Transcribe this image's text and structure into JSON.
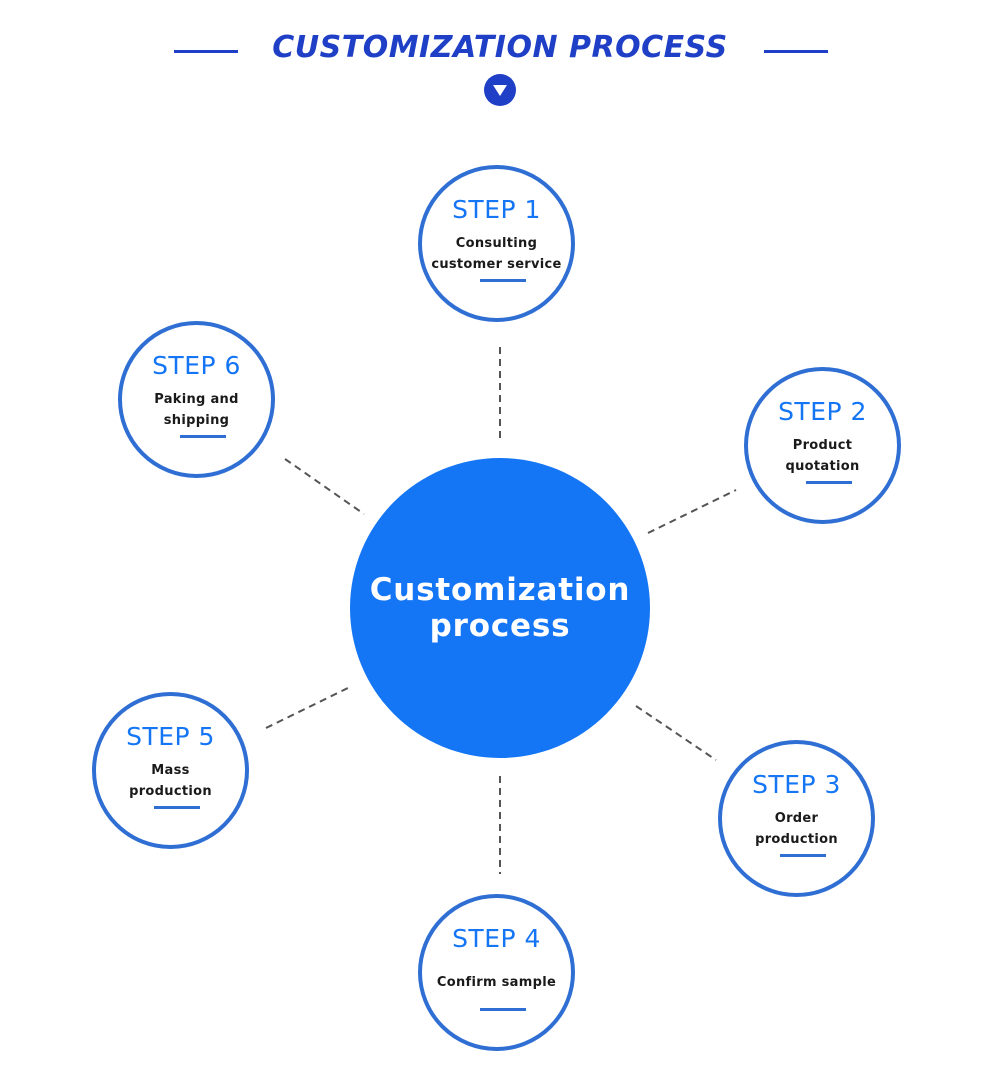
{
  "header": {
    "title": "CUSTOMIZATION PROCESS",
    "accent_color": "#1e3fc6",
    "arrow_icon": "chevron-down-circle-icon"
  },
  "center": {
    "line1": "Customization",
    "line2": "process",
    "color": "#1475f5"
  },
  "steps": [
    {
      "title": "STEP 1",
      "desc": [
        "Consulting",
        "customer service"
      ]
    },
    {
      "title": "STEP 2",
      "desc": [
        "Product",
        "quotation"
      ]
    },
    {
      "title": "STEP 3",
      "desc": [
        "Order",
        "production"
      ]
    },
    {
      "title": "STEP 4",
      "desc": [
        "Confirm sample"
      ]
    },
    {
      "title": "STEP 5",
      "desc": [
        "Mass",
        "production"
      ]
    },
    {
      "title": "STEP 6",
      "desc": [
        "Paking and",
        "shipping"
      ]
    }
  ],
  "colors": {
    "step_border": "#2f6fd4",
    "step_title": "#1475f5",
    "connector": "#555555"
  }
}
